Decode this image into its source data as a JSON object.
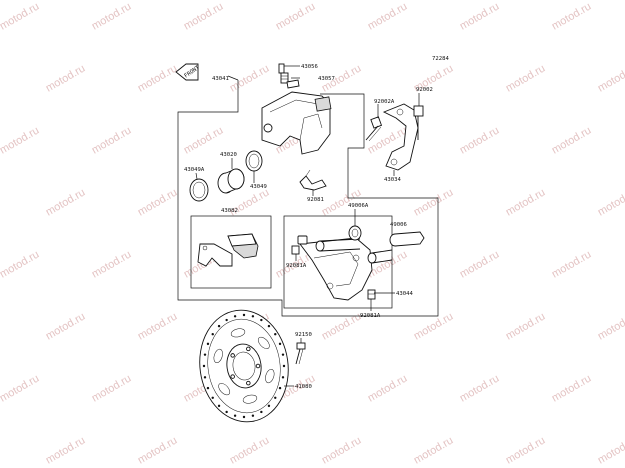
{
  "watermark": "motod.ru",
  "diagram_code": "72284",
  "front_tag": "FRONT",
  "labels": {
    "caliper_assy": "43041",
    "bleed_valve": "43056",
    "bleed_cap": "43057",
    "bolt_92002a": "92002A",
    "bolt_92002": "92002",
    "bracket_43034": "43034",
    "piston": "43020",
    "seal_43049": "43049",
    "seal_43049a": "43049A",
    "spring_92081": "92081",
    "pad_set": "43082",
    "boot_49006a": "49006A",
    "pin_49006": "49006",
    "boot_92081a_left": "92081A",
    "holder_43044": "43044",
    "boot_92081a_bottom": "92081A",
    "disc_bolt": "92150",
    "disc": "41080"
  }
}
